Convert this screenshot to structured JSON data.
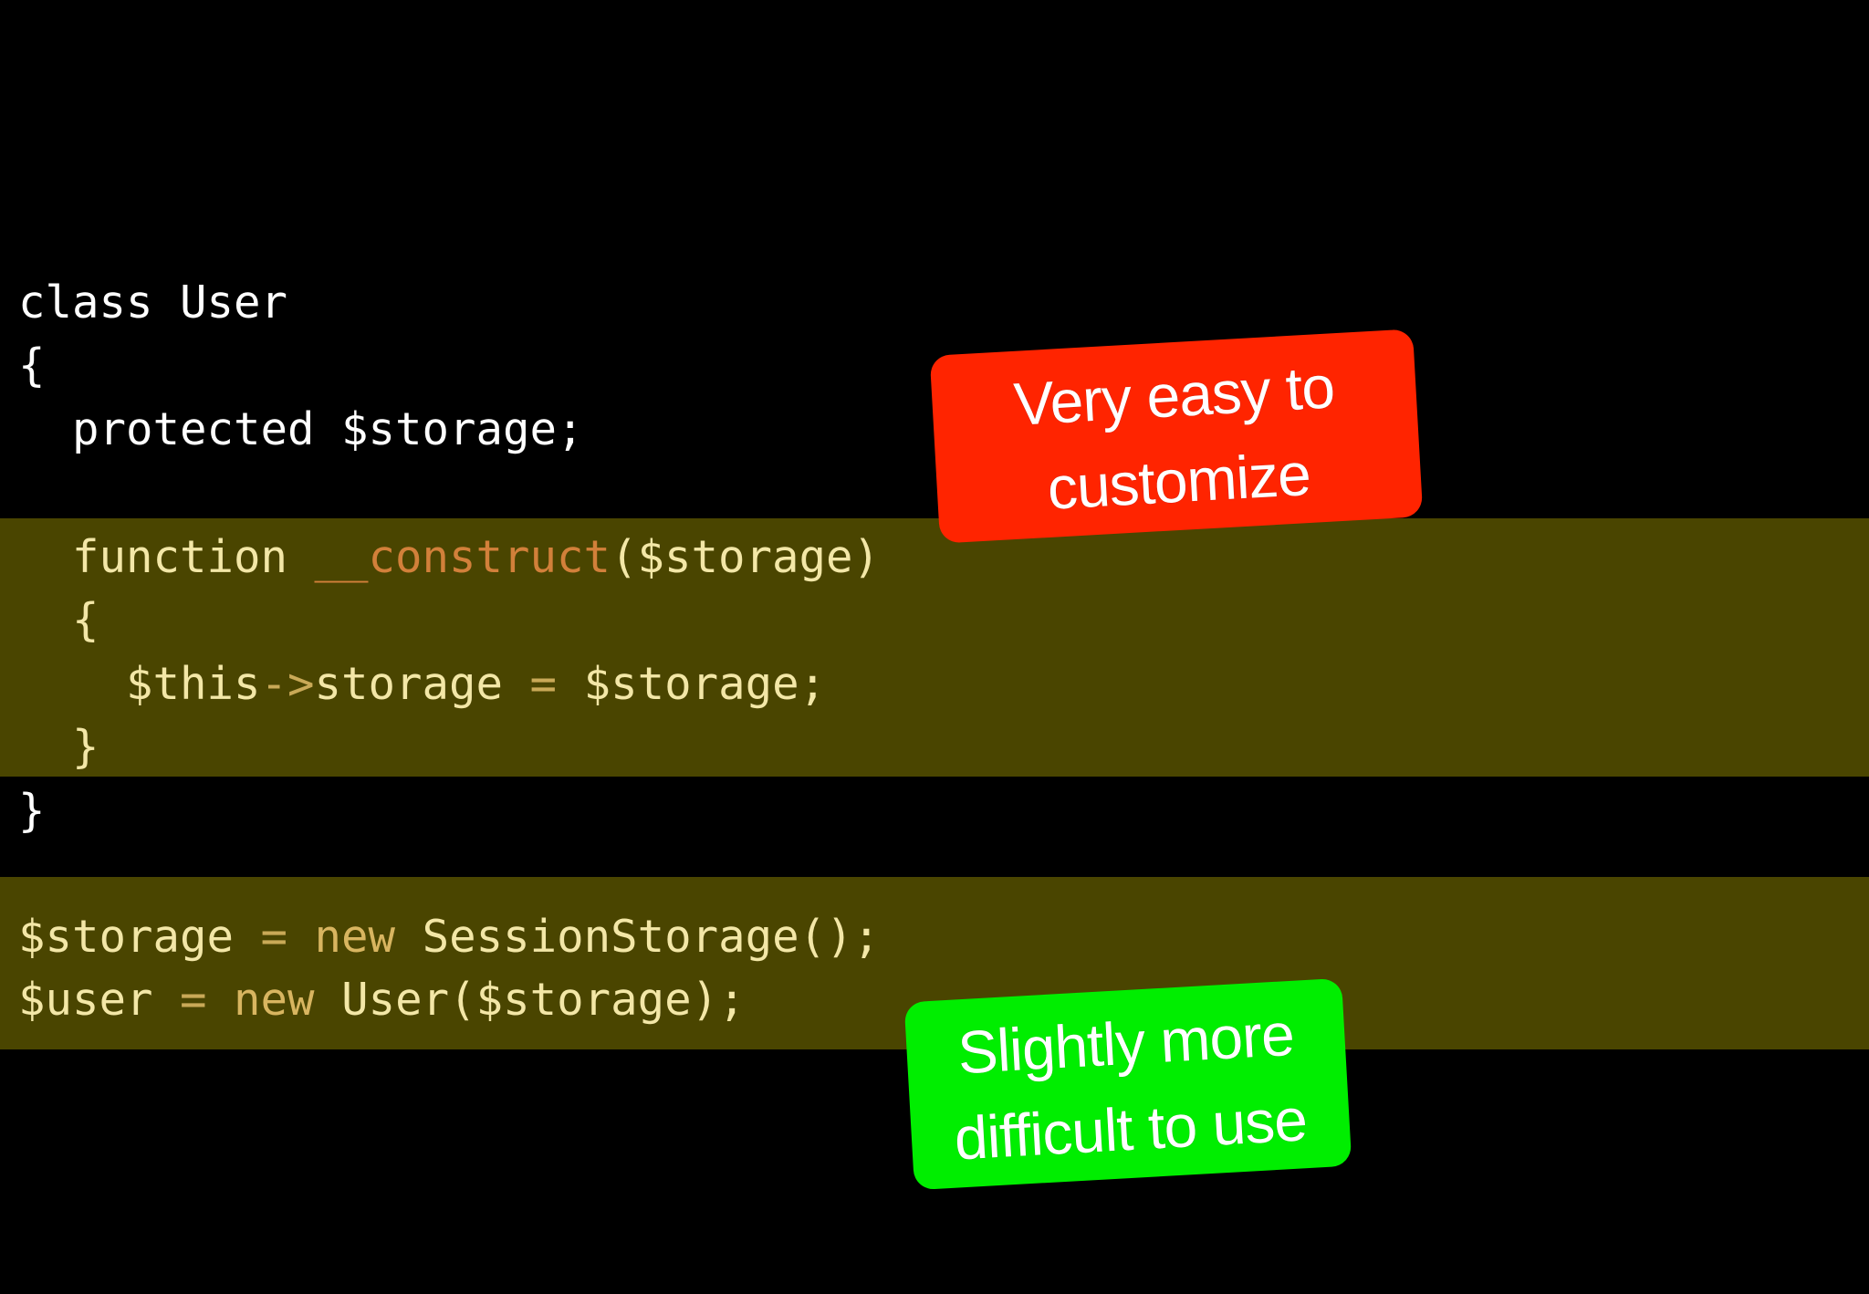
{
  "slide": {
    "background": "#000000",
    "highlight_color": "#4a4500"
  },
  "code": {
    "line1": "class User",
    "line2": "{",
    "line3": "  protected $storage;",
    "line4_a": "  function ",
    "line4_b": "__construct",
    "line4_c": "($storage)",
    "line5": "  {",
    "line6_a": "    $this",
    "line6_b": "->",
    "line6_c": "storage ",
    "line6_d": "=",
    "line6_e": " $storage;",
    "line7": "  }",
    "line8": "}",
    "line9_a": "$storage ",
    "line9_b": "=",
    "line9_c": " ",
    "line9_d": "new",
    "line9_e": " SessionStorage();",
    "line10_a": "$user ",
    "line10_b": "=",
    "line10_c": " ",
    "line10_d": "new",
    "line10_e": " User($storage);"
  },
  "notes": {
    "red": {
      "line1": "Very easy to",
      "line2": "customize",
      "color": "#ff2400"
    },
    "green": {
      "line1": "Slightly more",
      "line2": "difficult to use",
      "color": "#00ee00"
    }
  }
}
